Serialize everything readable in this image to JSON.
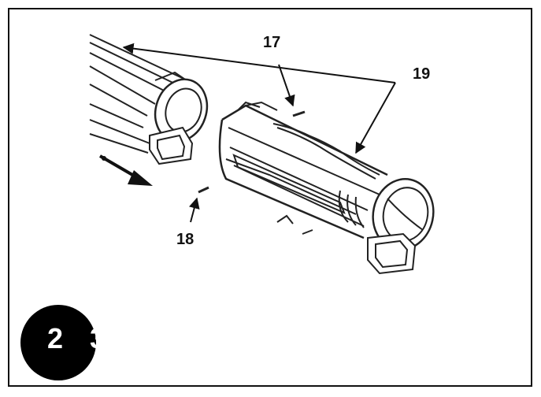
{
  "figure": {
    "callouts": {
      "c17": "17",
      "c18": "18",
      "c19": "19"
    },
    "step_label": "2 3"
  }
}
